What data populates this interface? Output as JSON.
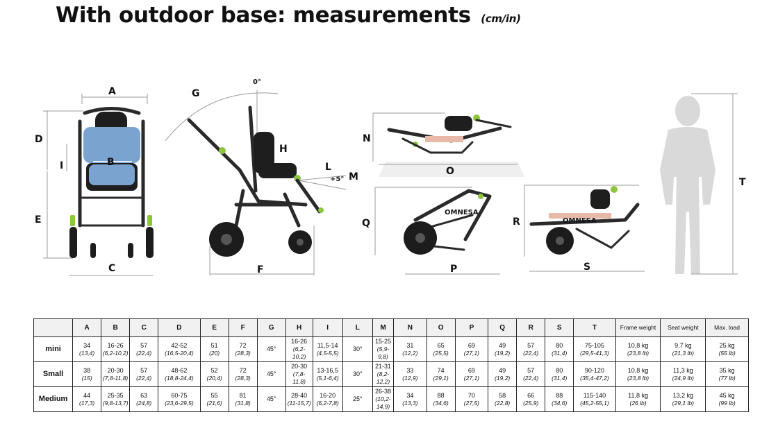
{
  "title": {
    "main": "With outdoor base: measurements",
    "unit": "(cm/in)"
  },
  "diagram_labels": {
    "A": "A",
    "B": "B",
    "C": "C",
    "D": "D",
    "E": "E",
    "F": "F",
    "G": "G",
    "H": "H",
    "I": "I",
    "L": "L",
    "M": "M",
    "N": "N",
    "O": "O",
    "P": "P",
    "Q": "Q",
    "R": "R",
    "S": "S",
    "T": "T",
    "zero_deg": "0°",
    "plus_five": "+5°",
    "brand": "OMNESA"
  },
  "table": {
    "headers": [
      "A",
      "B",
      "C",
      "D",
      "E",
      "F",
      "G",
      "H",
      "I",
      "L",
      "M",
      "N",
      "O",
      "P",
      "Q",
      "R",
      "S",
      "T",
      "Frame weight",
      "Seat weight",
      "Max. load"
    ],
    "rows": [
      {
        "name": "mini",
        "cells": [
          {
            "v": "34",
            "s": "(13,4)"
          },
          {
            "v": "16-26",
            "s": "(6,2-10,2)"
          },
          {
            "v": "57",
            "s": "(22,4)"
          },
          {
            "v": "42-52",
            "s": "(16,5-20,4)"
          },
          {
            "v": "51",
            "s": "(20)"
          },
          {
            "v": "72",
            "s": "(28,3)"
          },
          {
            "v": "45°",
            "s": ""
          },
          {
            "v": "16-26",
            "s": "(6,2-10,2)"
          },
          {
            "v": "11,5-14",
            "s": "(4,5-5,5)"
          },
          {
            "v": "30°",
            "s": ""
          },
          {
            "v": "15-25",
            "s": "(5,9-9,8)"
          },
          {
            "v": "31",
            "s": "(12,2)"
          },
          {
            "v": "65",
            "s": "(25,5)"
          },
          {
            "v": "69",
            "s": "(27,1)"
          },
          {
            "v": "49",
            "s": "(19,2)"
          },
          {
            "v": "57",
            "s": "(22,4)"
          },
          {
            "v": "80",
            "s": "(31,4)"
          },
          {
            "v": "75-105",
            "s": "(29,5-41,3)"
          },
          {
            "v": "10,8 kg",
            "s": "(23,8 lb)"
          },
          {
            "v": "9,7 kg",
            "s": "(21,3 lb)"
          },
          {
            "v": "25 kg",
            "s": "(55 lb)"
          }
        ]
      },
      {
        "name": "Small",
        "cells": [
          {
            "v": "38",
            "s": "(15)"
          },
          {
            "v": "20-30",
            "s": "(7,8-11,8)"
          },
          {
            "v": "57",
            "s": "(22,4)"
          },
          {
            "v": "48-62",
            "s": "(18,8-24,4)"
          },
          {
            "v": "52",
            "s": "(20,4)"
          },
          {
            "v": "72",
            "s": "(28,3)"
          },
          {
            "v": "45°",
            "s": ""
          },
          {
            "v": "20-30",
            "s": "(7,8-11,8)"
          },
          {
            "v": "13-16,5",
            "s": "(5,1-6,4)"
          },
          {
            "v": "30°",
            "s": ""
          },
          {
            "v": "21-31",
            "s": "(8,2-12,2)"
          },
          {
            "v": "33",
            "s": "(12,9)"
          },
          {
            "v": "74",
            "s": "(29,1)"
          },
          {
            "v": "69",
            "s": "(27,1)"
          },
          {
            "v": "49",
            "s": "(19,2)"
          },
          {
            "v": "57",
            "s": "(22,4)"
          },
          {
            "v": "80",
            "s": "(31,4)"
          },
          {
            "v": "90-120",
            "s": "(35,4-47,2)"
          },
          {
            "v": "10,8 kg",
            "s": "(23,8 lb)"
          },
          {
            "v": "11,3 kg",
            "s": "(24,9 lb)"
          },
          {
            "v": "35 kg",
            "s": "(77 lb)"
          }
        ]
      },
      {
        "name": "Medium",
        "cells": [
          {
            "v": "44",
            "s": "(17,3)"
          },
          {
            "v": "25-35",
            "s": "(9,8-13,7)"
          },
          {
            "v": "63",
            "s": "(24,8)"
          },
          {
            "v": "60-75",
            "s": "(23,6-29,5)"
          },
          {
            "v": "55",
            "s": "(21,6)"
          },
          {
            "v": "81",
            "s": "(31,8)"
          },
          {
            "v": "45°",
            "s": ""
          },
          {
            "v": "28-40",
            "s": "(11-15,7)"
          },
          {
            "v": "16-20",
            "s": "(6,2-7,8)"
          },
          {
            "v": "25°",
            "s": ""
          },
          {
            "v": "26-38",
            "s": "(10,2-14,9)"
          },
          {
            "v": "34",
            "s": "(13,3)"
          },
          {
            "v": "88",
            "s": "(34,6)"
          },
          {
            "v": "70",
            "s": "(27,5)"
          },
          {
            "v": "58",
            "s": "(22,8)"
          },
          {
            "v": "66",
            "s": "(25,9)"
          },
          {
            "v": "88",
            "s": "(34,6)"
          },
          {
            "v": "115-140",
            "s": "(45,2-55,1)"
          },
          {
            "v": "11,8 kg",
            "s": "(26 lb)"
          },
          {
            "v": "13,2 kg",
            "s": "(29,1 lb)"
          },
          {
            "v": "45 kg",
            "s": "(99 lb)"
          }
        ]
      }
    ]
  },
  "colors": {
    "accent_green": "#8cc63f",
    "seat_blue": "#7aa3cf",
    "frame": "#2a2a2a"
  }
}
